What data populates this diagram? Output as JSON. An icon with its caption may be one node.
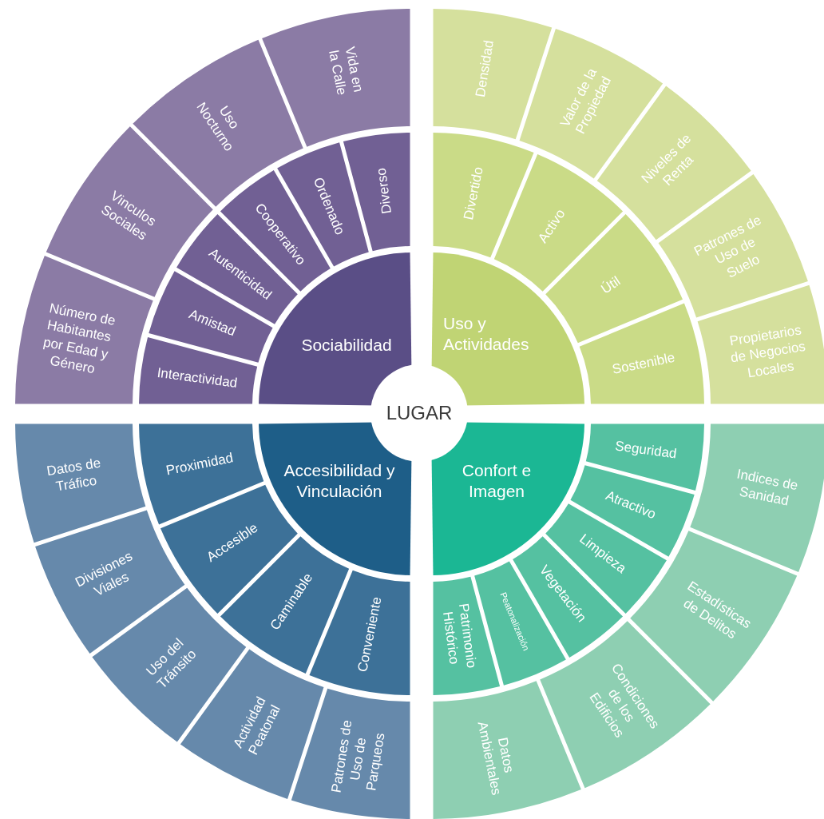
{
  "diagram": {
    "nodes": [
      {
        "text": [
          "LUGAR"
        ]
      },
      {
        "text": [
          "Sociabilidad"
        ]
      },
      {
        "text": [
          "Diverso"
        ]
      },
      {
        "text": [
          "Ordenado"
        ]
      },
      {
        "text": [
          "Cooperativo"
        ]
      },
      {
        "text": [
          "Autenticidad"
        ]
      },
      {
        "text": [
          "Amistad"
        ]
      },
      {
        "text": [
          "Interactividad"
        ]
      },
      {
        "text": [
          "Vida en la Calle"
        ]
      },
      {
        "text": [
          "Uso Nocturno"
        ]
      },
      {
        "text": [
          "Vinculos Sociales"
        ]
      },
      {
        "text": [
          "Número de Habitantes por Edad y Género"
        ]
      },
      {
        "text": [
          "Uso y Actividades"
        ]
      },
      {
        "text": [
          "Divertido"
        ]
      },
      {
        "text": [
          "Activo"
        ]
      },
      {
        "text": [
          "Útil"
        ]
      },
      {
        "text": [
          "Sostenible"
        ]
      },
      {
        "text": [
          "Densidad"
        ]
      },
      {
        "text": [
          "Valor de la Propiedad"
        ]
      },
      {
        "text": [
          "Niveles de Renta"
        ]
      },
      {
        "text": [
          "Patrones de Uso de Suelo"
        ]
      },
      {
        "text": [
          "Propietarios de Negocios Locales"
        ]
      },
      {
        "text": [
          "Accesibilidad y Vinculación"
        ]
      },
      {
        "text": [
          "Proximidad"
        ]
      },
      {
        "text": [
          "Accesible"
        ]
      },
      {
        "text": [
          "Caminable"
        ]
      },
      {
        "text": [
          "Conveniente"
        ]
      },
      {
        "text": [
          "Datos de Tráfico"
        ]
      },
      {
        "text": [
          "Divisiones Viales"
        ]
      },
      {
        "text": [
          "Uso del Tránsito"
        ]
      },
      {
        "text": [
          "Actividad Peatonal"
        ]
      },
      {
        "text": [
          "Patrones de Uso de Parqueos"
        ]
      },
      {
        "text": [
          "Confort e Imagen"
        ]
      },
      {
        "text": [
          "Seguridad"
        ]
      },
      {
        "text": [
          "Atractivo"
        ]
      },
      {
        "text": [
          "Limpieza"
        ]
      },
      {
        "text": [
          "Vegetación"
        ]
      },
      {
        "text": [
          "Peatonalización"
        ]
      },
      {
        "text": [
          "Patrimonio Histórico"
        ]
      },
      {
        "text": [
          "Indices de Sanidad"
        ]
      },
      {
        "text": [
          "Estadísticas de Delitos"
        ]
      },
      {
        "text": [
          "Condiciones de los Edificios"
        ]
      },
      {
        "text": [
          "Datos Ambientales"
        ]
      }
    ]
  }
}
